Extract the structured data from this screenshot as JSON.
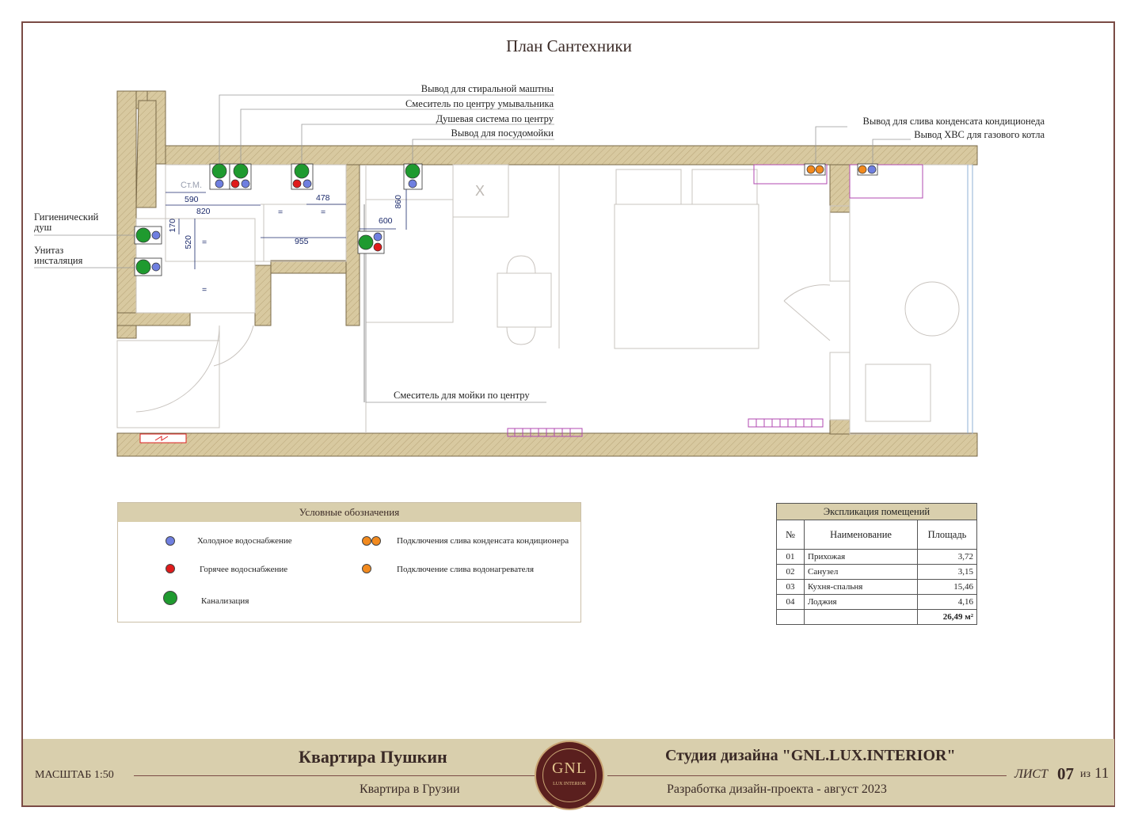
{
  "title": "План Сантехники",
  "callouts": {
    "washing_machine": "Вывод для стиральной маштны",
    "sink_mixer": "Смеситель по центру умывальника",
    "shower": "Душевая система по центру",
    "dishwasher": "Вывод для посудомойки",
    "condensate": "Вывод для слива конденсата кондиционеда",
    "boiler": "Вывод ХВС для газового котла",
    "hygienic_shower": "Гигиенический душ",
    "toilet": "Унитаз инсталяция",
    "kitchen_mixer": "Смеситель для мойки по центру"
  },
  "dimensions": {
    "d590": "590",
    "d820": "820",
    "d478": "478",
    "d955": "955",
    "d170": "170",
    "d520": "520",
    "d860": "860",
    "d600": "600",
    "cm": "Ст.М.",
    "x": "X",
    "eq": "="
  },
  "legend": {
    "title": "Условные обозначения",
    "items": [
      {
        "label": "Холодное водоснабжение",
        "color": "#6f7fe0"
      },
      {
        "label": "Горячее водоснабжение",
        "color": "#e01b1b"
      },
      {
        "label": "Канализация",
        "color": "#1f9a2f"
      },
      {
        "label": "Подключения слива конденсата кондиционера",
        "color": "#f28a1e"
      },
      {
        "label": "Подключение слива водонагревателя",
        "color": "#f28a1e"
      }
    ]
  },
  "explication": {
    "title": "Экспликация помещений",
    "columns": [
      "№",
      "Наименование",
      "Площадь"
    ],
    "rows": [
      {
        "no": "01",
        "name": "Прихожая",
        "area": "3,72"
      },
      {
        "no": "02",
        "name": "Санузел",
        "area": "3,15"
      },
      {
        "no": "03",
        "name": "Кухня-спальня",
        "area": "15,46"
      },
      {
        "no": "04",
        "name": "Лоджия",
        "area": "4,16"
      }
    ],
    "total": "26,49 м²"
  },
  "footer": {
    "scale": "МАСШТАБ 1:50",
    "project": "Квартира Пушкин",
    "location": "Квартира в Грузии",
    "studio": "Студия дизайна \"GNL.LUX.INTERIOR\"",
    "stage": "Разработка дизайн-проекта - август 2023",
    "sheet_label": "ЛИСТ",
    "sheet_num": "07",
    "of": "из",
    "sheet_total": "11",
    "logo": "GNL",
    "logo_sub": "LUX INTERIOR"
  },
  "colors": {
    "wall_fill": "#d8c9a0",
    "cold": "#6f7fe0",
    "hot": "#e01b1b",
    "sewer": "#1f9a2f",
    "condensate": "#f28a1e",
    "accent": "#7a4b45"
  }
}
